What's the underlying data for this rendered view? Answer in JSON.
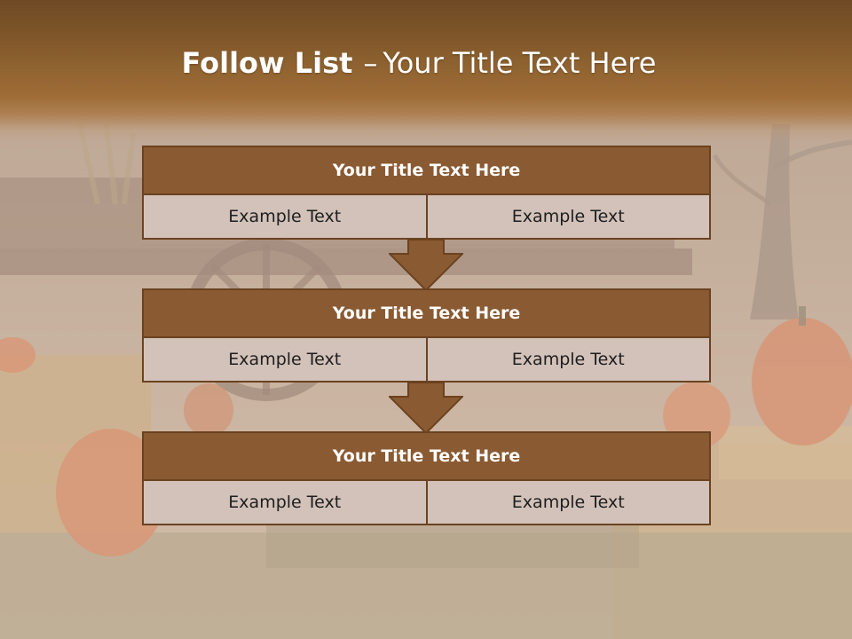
{
  "slide": {
    "title_bold": "Follow List",
    "title_dash": "–",
    "title_rest": "Your Title Text Here"
  },
  "blocks": [
    {
      "title": "Your Title Text Here",
      "cells": [
        "Example Text",
        "Example Text"
      ]
    },
    {
      "title": "Your Title Text Here",
      "cells": [
        "Example Text",
        "Example Text"
      ]
    },
    {
      "title": "Your Title Text Here",
      "cells": [
        "Example Text",
        "Example Text"
      ]
    }
  ],
  "colors": {
    "header_band": "#7c5428",
    "block_title_fill": "#8a5a32",
    "block_border": "#6b4220",
    "cell_fill": "#d2c2ba",
    "arrow_fill": "#8a5a32"
  },
  "icons": {
    "connector": "down-arrow-icon"
  }
}
